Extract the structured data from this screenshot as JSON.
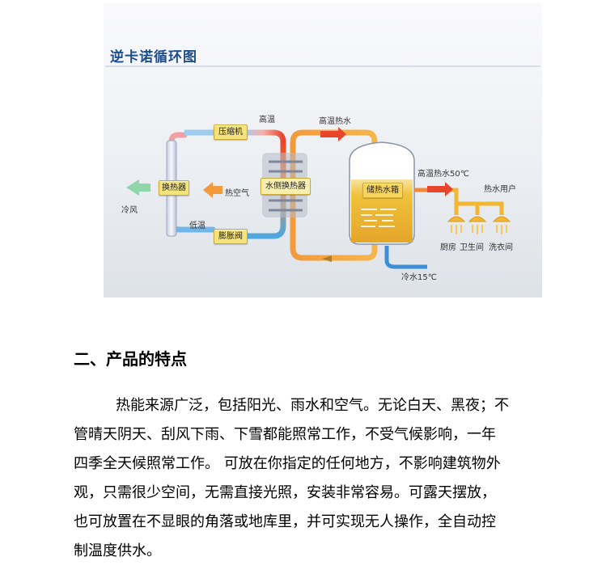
{
  "diagram": {
    "title": "逆卡诺循环图",
    "labels": {
      "compressor": "压缩机",
      "heat_exchanger": "换热器",
      "expansion_valve": "膨胀阀",
      "water_side_exchanger": "水侧换热器",
      "storage_tank": "储热水箱",
      "high_temp": "高温",
      "low_temp": "低温",
      "hot_air": "热空气",
      "cold_wind": "冷风",
      "hot_water_top": "高温热水",
      "hot_water_50": "高温热水50℃",
      "hot_water_user": "热水用户",
      "cold_water": "冷水15℃",
      "kitchen": "厨房",
      "bathroom": "卫生间",
      "laundry": "洗衣间"
    },
    "colors": {
      "hot": "#e8452a",
      "warm": "#f39a3c",
      "cold": "#4fa8df",
      "pipe_yellow": "#f2b631",
      "tank": "#f0c23c",
      "arrow_cold": "#7fd0a0"
    }
  },
  "section": {
    "heading": "二、产品的特点",
    "lines": [
      "热能来源广泛，包括阳光、雨水和空气。无论白天、黑夜；不",
      "管晴天阴天、刮风下雨、下雪都能照常工作，不受气候影响，一年",
      "四季全天候照常工作。 可放在你指定的任何地方，不影响建筑物外",
      "观，只需很少空间，无需直接光照，安装非常容易。可露天摆放，",
      "也可放置在不显眼的角落或地库里，并可实现无人操作，全自动控",
      "制温度供水。"
    ]
  }
}
